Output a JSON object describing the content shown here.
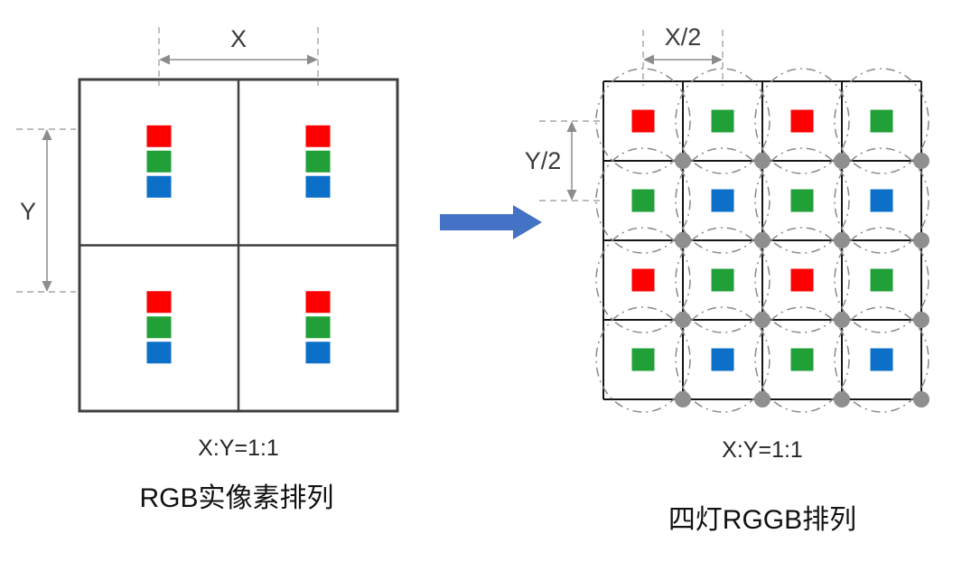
{
  "left_diagram": {
    "title": "RGB实像素排列",
    "ratio_label": "X:Y=1:1",
    "dim_x_label": "X",
    "dim_y_label": "Y",
    "grid": {
      "rows": 2,
      "cols": 2
    },
    "subpixel_stack": [
      "R",
      "G",
      "B"
    ]
  },
  "right_diagram": {
    "title": "四灯RGGB排列",
    "ratio_label": "X:Y=1:1",
    "dim_x_label": "X/2",
    "dim_y_label": "Y/2",
    "grid": {
      "rows": 4,
      "cols": 4
    },
    "pixel_pattern": [
      [
        "R",
        "G",
        "R",
        "G"
      ],
      [
        "G",
        "B",
        "G",
        "B"
      ],
      [
        "R",
        "G",
        "R",
        "G"
      ],
      [
        "G",
        "B",
        "G",
        "B"
      ]
    ]
  },
  "colors": {
    "R": "#fe0000",
    "G": "#21a038",
    "B": "#0c70c8",
    "arrow": "#4472c4",
    "dot": "#8f8f8f"
  }
}
